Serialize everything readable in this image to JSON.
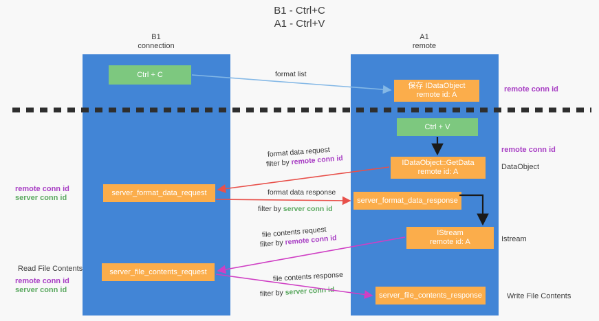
{
  "title": {
    "line1": "B1 - Ctrl+C",
    "line2": "A1 - Ctrl+V"
  },
  "columns": [
    {
      "name": "B1",
      "sub": "connection"
    },
    {
      "name": "A1",
      "sub": "remote"
    }
  ],
  "nodes": {
    "ctrl_c": {
      "label": "Ctrl + C",
      "sub": ""
    },
    "idataobject": {
      "label": "保存 IDataObject",
      "sub": "remote id: A"
    },
    "ctrl_v": {
      "label": "Ctrl + V",
      "sub": ""
    },
    "getdata": {
      "label": "IDataObject::GetData",
      "sub": "remote id: A"
    },
    "fmt_req": {
      "label": "server_format_data_request",
      "sub": ""
    },
    "fmt_resp": {
      "label": "server_format_data_response",
      "sub": ""
    },
    "istream": {
      "label": "IStream",
      "sub": "remote id: A"
    },
    "file_req": {
      "label": "server_file_contents_request",
      "sub": ""
    },
    "file_resp": {
      "label": "server_file_contents_response",
      "sub": ""
    }
  },
  "edge_labels": {
    "format_list": "format list",
    "format_data_request": "format data request",
    "format_data_request_filter_prefix": "filter by ",
    "format_data_request_filter_key": "remote conn id",
    "format_data_response": "format data response",
    "format_data_response_filter_prefix": "filter by ",
    "format_data_response_filter_key": "server conn id",
    "file_contents_request": "file contents request",
    "file_contents_request_filter_prefix": "filter by ",
    "file_contents_request_filter_key": "remote conn id",
    "file_contents_response": "file contents response",
    "file_contents_response_filter_prefix": "filter by ",
    "file_contents_response_filter_key": "server conn id"
  },
  "annotations": {
    "right_remote_conn_id_top": "remote conn id",
    "right_remote_conn_id_mid": "remote conn id",
    "right_dataobject": "DataObject",
    "right_istream": "Istream",
    "right_write_file_contents": "Write File Contents",
    "left_remote_conn_id_mid": "remote conn id",
    "left_server_conn_id_mid": "server conn id",
    "left_read_file_contents": "Read File Contents",
    "left_remote_conn_id_bot": "remote conn id",
    "left_server_conn_id_bot": "server conn id"
  },
  "colors": {
    "lane": "#4285d6",
    "green_node": "#7dc87f",
    "orange_node": "#fbad4b",
    "background": "#f8f8f8",
    "divider": "#333333",
    "arrow_blue": "#84b8e6",
    "arrow_black": "#1a1a1a",
    "arrow_red": "#e8504a",
    "arrow_magenta": "#cf3fc4",
    "text_purple": "#a83fc4",
    "text_green": "#5aa85f"
  }
}
